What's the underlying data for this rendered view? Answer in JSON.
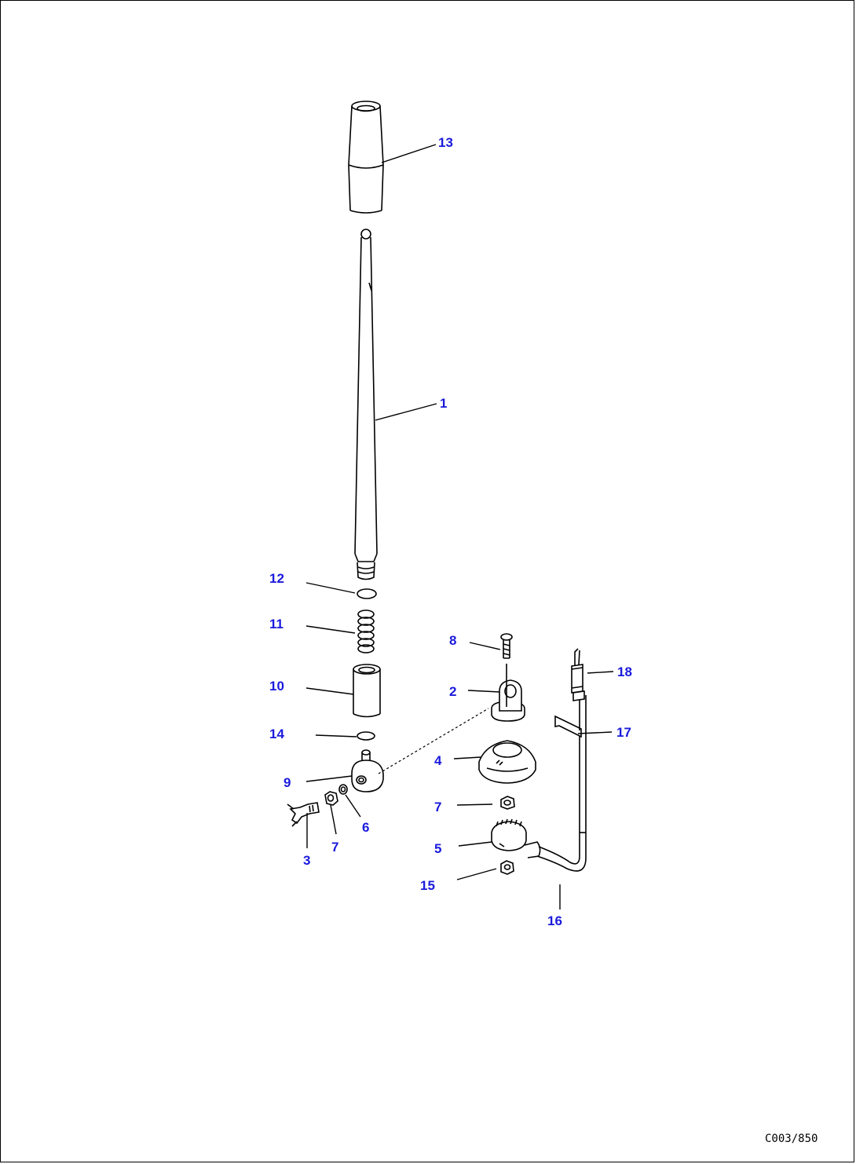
{
  "callouts": {
    "c1": "1",
    "c2": "2",
    "c3": "3",
    "c4": "4",
    "c5": "5",
    "c6": "6",
    "c7a": "7",
    "c7b": "7",
    "c8": "8",
    "c9": "9",
    "c10": "10",
    "c11": "11",
    "c12": "12",
    "c13": "13",
    "c14": "14",
    "c15": "15",
    "c16": "16",
    "c17": "17",
    "c18": "18"
  },
  "drawing_ref": "C003/850",
  "colors": {
    "callout": "#1a1adc",
    "line": "#000000",
    "background": "#ffffff"
  }
}
